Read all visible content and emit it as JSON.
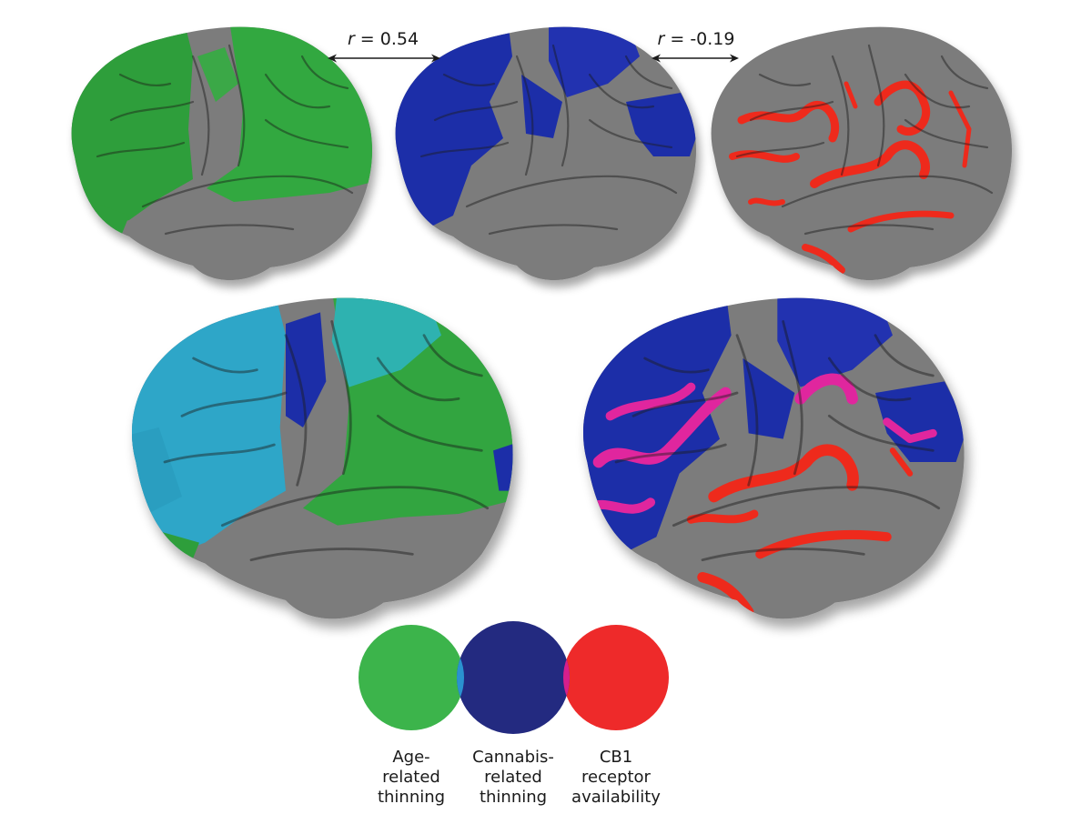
{
  "figure": {
    "correlations": [
      {
        "id": "age-vs-cannabis",
        "symbol": "r",
        "equals": " = ",
        "value": "0.54"
      },
      {
        "id": "cannabis-vs-cb1",
        "symbol": "r",
        "equals": " = ",
        "value": "-0.19"
      }
    ],
    "panels": {
      "top": [
        {
          "id": "age-related-thinning-map",
          "highlight_color": "#2e9e3a"
        },
        {
          "id": "cannabis-related-thinning-map",
          "highlight_color": "#1f2fa8"
        },
        {
          "id": "cb1-receptor-availability-map",
          "highlight_color": "#ee2a1e"
        }
      ],
      "bottom": [
        {
          "id": "age-cannabis-overlap-map",
          "colors": [
            "#2ea6c8",
            "#31a53f",
            "#1f2fa8"
          ]
        },
        {
          "id": "cannabis-cb1-overlap-map",
          "colors": [
            "#1f2fa8",
            "#e0289e",
            "#ee2a1e"
          ]
        }
      ]
    },
    "legend": {
      "items": [
        {
          "label_lines": [
            "Age-",
            "related",
            "thinning"
          ],
          "color": "#3cb44b"
        },
        {
          "label_lines": [
            "Cannabis-",
            "related",
            "thinning"
          ],
          "color": "#232a80"
        },
        {
          "label_lines": [
            "CB1",
            "receptor",
            "availability"
          ],
          "color": "#ee2a2a"
        }
      ],
      "overlaps": [
        {
          "between": "age-cannabis",
          "color": "#2a92cf"
        },
        {
          "between": "cannabis-cb1",
          "color": "#d61f8c"
        }
      ]
    },
    "cortex_base_color": "#7b7b7b"
  }
}
